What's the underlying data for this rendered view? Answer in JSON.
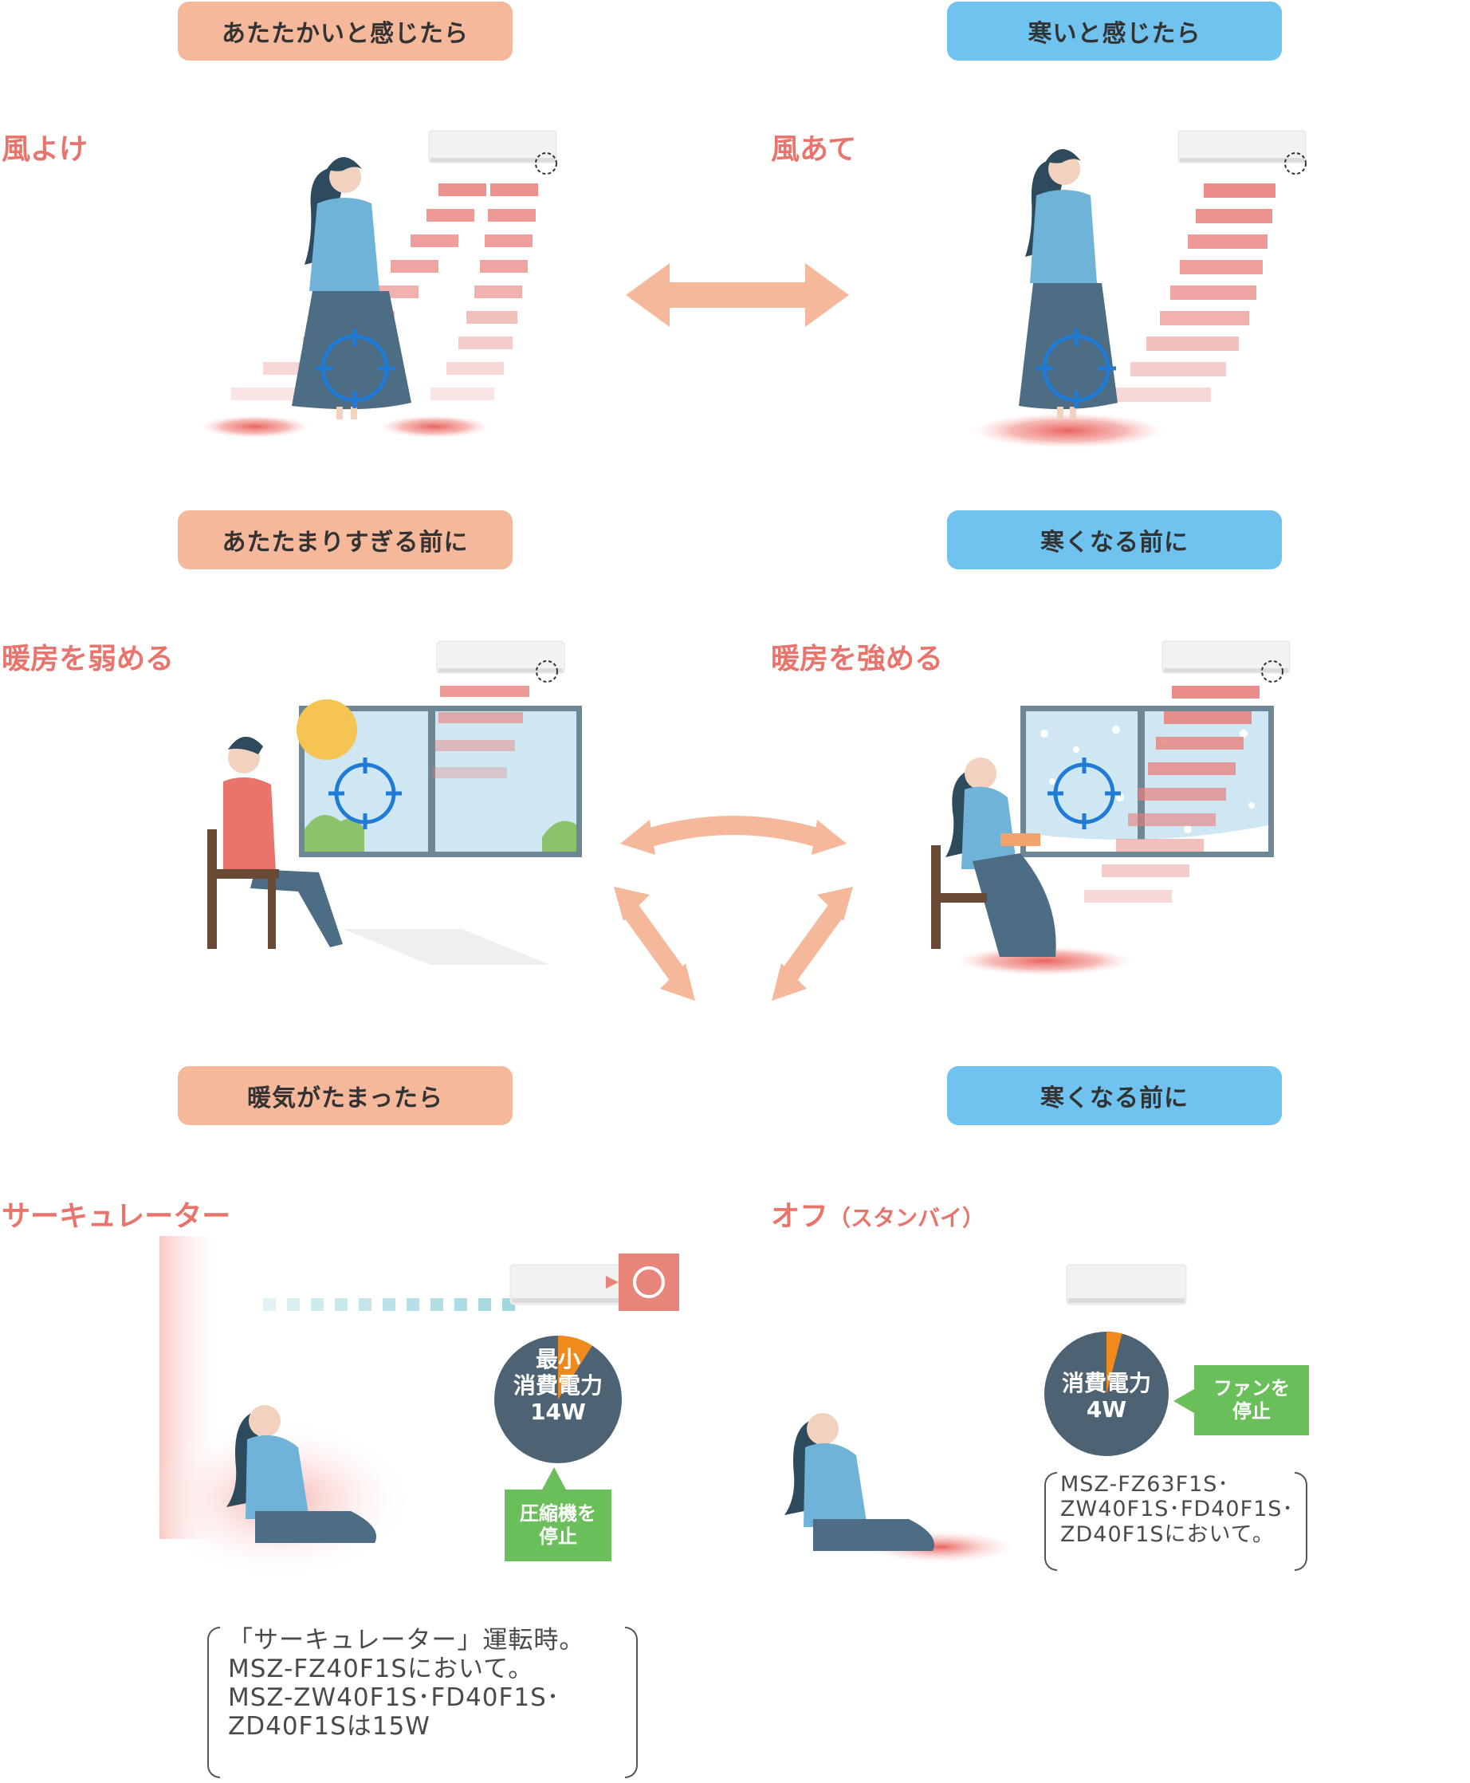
{
  "pills": {
    "warm_feel": "あたたかいと感じたら",
    "cold_feel": "寒いと感じたら",
    "before_overheat": "あたたまりすぎる前に",
    "before_cold_1": "寒くなる前に",
    "heat_accumulated": "暖気がたまったら",
    "before_cold_2": "寒くなる前に"
  },
  "headings": {
    "wind_avoid": "風よけ",
    "wind_direct": "風あて",
    "heat_weaken": "暖房を弱める",
    "heat_strengthen": "暖房を強める",
    "circulator": "サーキュレーター",
    "off": "オフ",
    "off_sub": "（スタンバイ）"
  },
  "circulator_panel": {
    "gauge_line1": "最小",
    "gauge_line2": "消費電力",
    "gauge_line3": "14W",
    "tag_line1": "圧縮機を",
    "tag_line2": "停止",
    "note_lines": [
      "「サーキュレーター」運転時。",
      "MSZ-FZ40F1Sにおいて。",
      "MSZ-ZW40F1S･FD40F1S･",
      "ZD40F1Sは15W"
    ]
  },
  "off_panel": {
    "gauge_line1": "消費電力",
    "gauge_line2": "4W",
    "tag_line1": "ファンを",
    "tag_line2": "停止",
    "note_lines": [
      "MSZ-FZ63F1S･",
      "ZW40F1S･FD40F1S･",
      "ZD40F1Sにおいて。"
    ]
  },
  "gauges": {
    "circulator_fraction": 0.09,
    "off_fraction": 0.04
  },
  "colors": {
    "warm_pill": "#f6b89a",
    "cool_pill": "#6fc3ee",
    "heading": "#e9746b",
    "arrow": "#f6b89a",
    "gauge": "#4d6272",
    "gauge_slice": "#f08a1c",
    "tag": "#6bbf5a",
    "target": "#1f7bd6"
  },
  "icons": {
    "fan_badge": "circulator-fan-icon",
    "target": "crosshair-target-icon"
  }
}
